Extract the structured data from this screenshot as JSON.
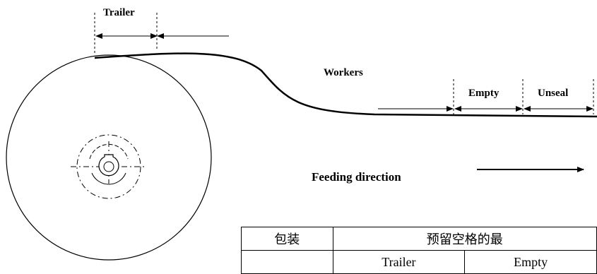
{
  "labels": {
    "trailer": "Trailer",
    "workers": "Workers",
    "empty": "Empty",
    "unseal": "Unseal",
    "feeding_direction": "Feeding direction"
  },
  "table": {
    "header_packaging": "包装",
    "header_reserved": "预留空格的最",
    "sub_trailer": "Trailer",
    "sub_empty": "Empty"
  },
  "colors": {
    "line": "#000000",
    "background": "#ffffff"
  }
}
